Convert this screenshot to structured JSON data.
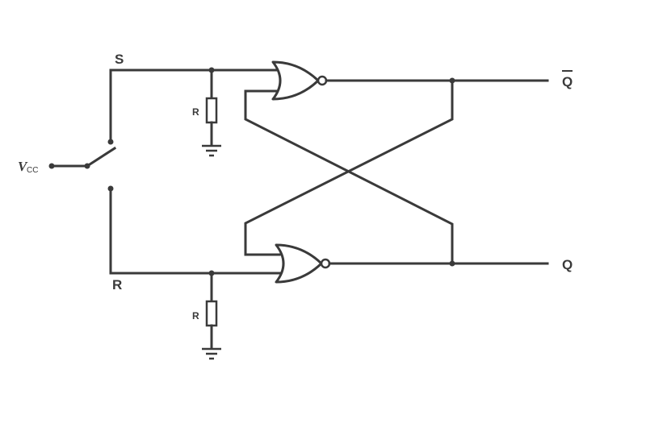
{
  "labels": {
    "s": "S",
    "r": "R",
    "resistor_top": "R",
    "resistor_bottom": "R",
    "q_bar": "Q",
    "q": "Q",
    "vcc_main": "V",
    "vcc_sub": "CC"
  },
  "colors": {
    "wire": "#3a3a3a",
    "background": "#ffffff"
  },
  "icons": {
    "gate_top": "nor-gate-icon",
    "gate_bottom": "nor-gate-icon",
    "switch": "spdt-switch-icon",
    "resistor_top": "resistor-icon",
    "resistor_bottom": "resistor-icon",
    "ground_top": "ground-icon",
    "ground_bottom": "ground-icon"
  }
}
